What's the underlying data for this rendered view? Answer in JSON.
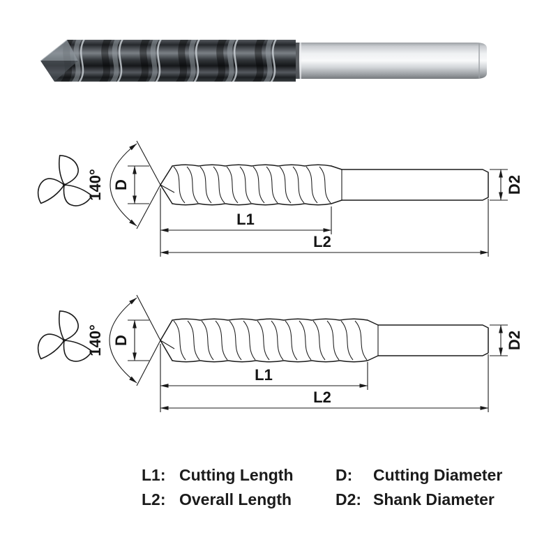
{
  "colors": {
    "background": "#ffffff",
    "line": "#1a1a1a",
    "text": "#1b1b1b"
  },
  "diagrams": [
    {
      "point_angle": "140°",
      "cutting_diameter_label": "D",
      "shank_diameter_label": "D2",
      "cutting_length_label": "L1",
      "overall_length_label": "L2"
    },
    {
      "point_angle": "140°",
      "cutting_diameter_label": "D",
      "shank_diameter_label": "D2",
      "cutting_length_label": "L1",
      "overall_length_label": "L2"
    }
  ],
  "legend": {
    "items": [
      {
        "term": "L1:",
        "description": "Cutting Length"
      },
      {
        "term": "D:",
        "description": "Cutting Diameter"
      },
      {
        "term": "L2:",
        "description": "Overall Length"
      },
      {
        "term": "D2:",
        "description": "Shank Diameter"
      }
    ]
  }
}
